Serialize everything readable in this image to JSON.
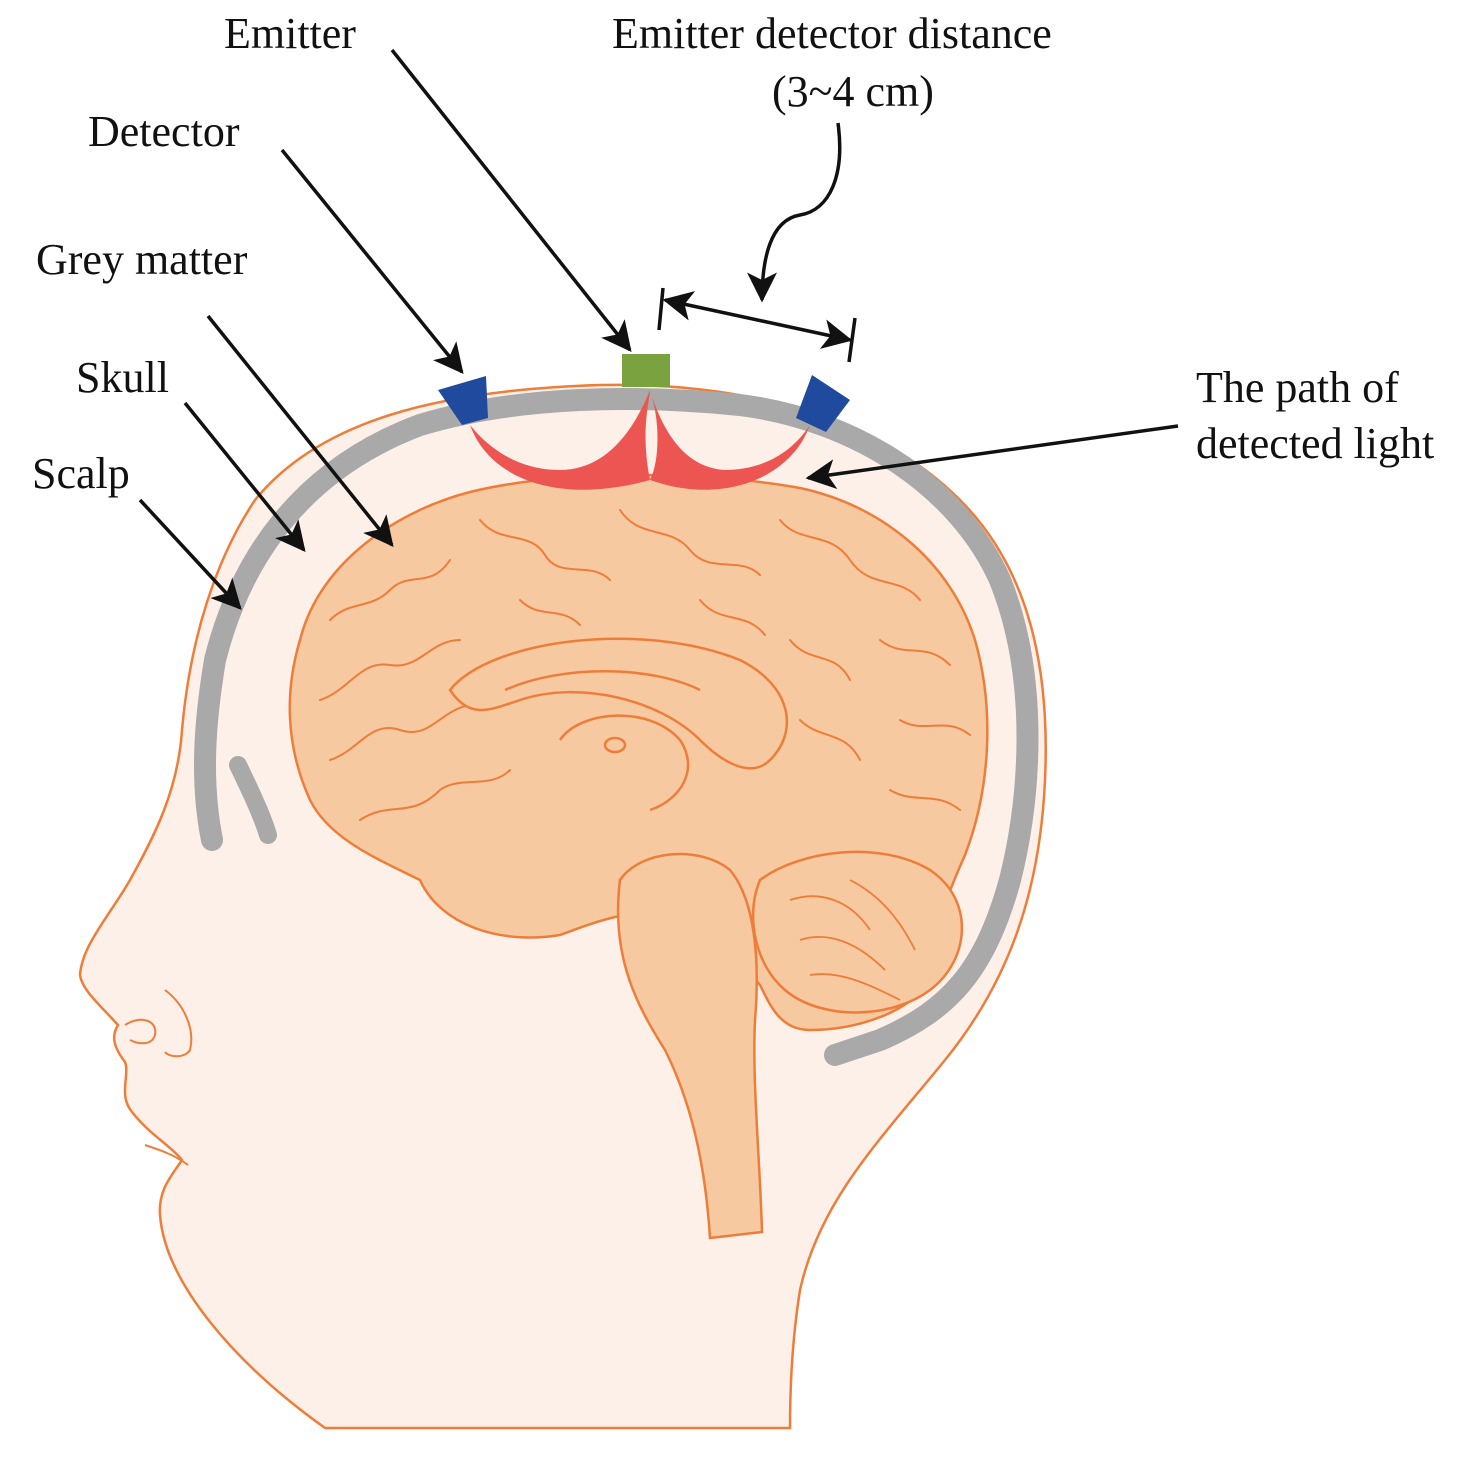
{
  "labels": {
    "emitter": "Emitter",
    "distance_line1": "Emitter detector distance",
    "distance_line2": "(3~4 cm)",
    "detector": "Detector",
    "grey_matter": "Grey matter",
    "skull": "Skull",
    "scalp": "Scalp",
    "path_line1": "The path of",
    "path_line2": "detected light"
  },
  "colors": {
    "skin_fill": "#fdf0e8",
    "outline": "#ee7d3a",
    "brain_fill": "#f6c9a0",
    "skull": "#a9a9a9",
    "light_path": "#ec5552",
    "detector": "#1f4a9e",
    "emitter": "#7aa23f",
    "arrow": "#111111"
  }
}
